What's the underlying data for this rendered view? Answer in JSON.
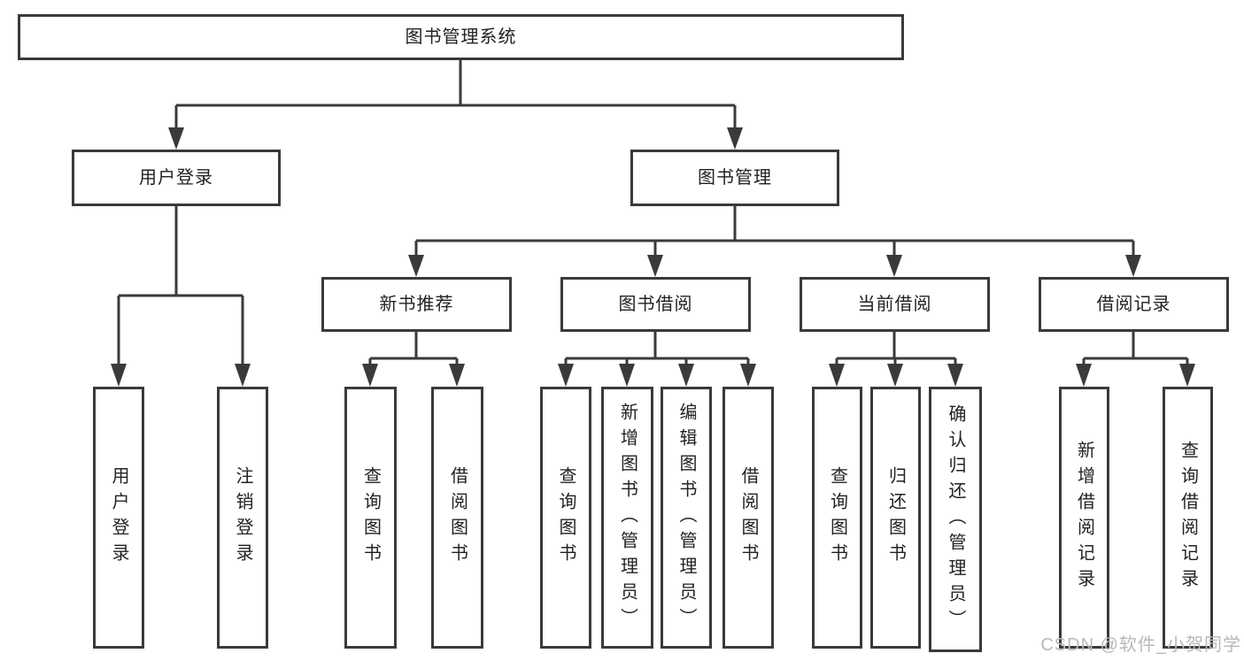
{
  "nodes": {
    "root": "图书管理系统",
    "user_login": "用户登录",
    "book_mgmt": "图书管理",
    "new_book_rec": "新书推荐",
    "book_borrow": "图书借阅",
    "current_borrow": "当前借阅",
    "borrow_records": "借阅记录",
    "leaf_user_login": "用户登录",
    "leaf_logout": "注销登录",
    "rec_query_book": "查询图书",
    "rec_borrow_book": "借阅图书",
    "bb_query_book": "查询图书",
    "bb_add_book": "新增图书（管理员）",
    "bb_edit_book": "编辑图书（管理员）",
    "bb_borrow_book": "借阅图书",
    "cb_query_book": "查询图书",
    "cb_return_book": "归还图书",
    "cb_confirm_return": "确认归还（管理员）",
    "br_add_record": "新增借阅记录",
    "br_query_record": "查询借阅记录"
  },
  "tree": {
    "label": "图书管理系统",
    "children": [
      {
        "label": "用户登录",
        "children": [
          {
            "label": "用户登录"
          },
          {
            "label": "注销登录"
          }
        ]
      },
      {
        "label": "图书管理",
        "children": [
          {
            "label": "新书推荐",
            "children": [
              {
                "label": "查询图书"
              },
              {
                "label": "借阅图书"
              }
            ]
          },
          {
            "label": "图书借阅",
            "children": [
              {
                "label": "查询图书"
              },
              {
                "label": "新增图书（管理员）"
              },
              {
                "label": "编辑图书（管理员）"
              },
              {
                "label": "借阅图书"
              }
            ]
          },
          {
            "label": "当前借阅",
            "children": [
              {
                "label": "查询图书"
              },
              {
                "label": "归还图书"
              },
              {
                "label": "确认归还（管理员）"
              }
            ]
          },
          {
            "label": "借阅记录",
            "children": [
              {
                "label": "新增借阅记录"
              },
              {
                "label": "查询借阅记录"
              }
            ]
          }
        ]
      }
    ]
  },
  "watermark": "CSDN @软件_小贺同学",
  "colors": {
    "line": "#3a3a3a",
    "box_border": "#3a3a3a",
    "box_fill": "#ffffff",
    "text": "#222222",
    "watermark": "#b9b9b9"
  }
}
